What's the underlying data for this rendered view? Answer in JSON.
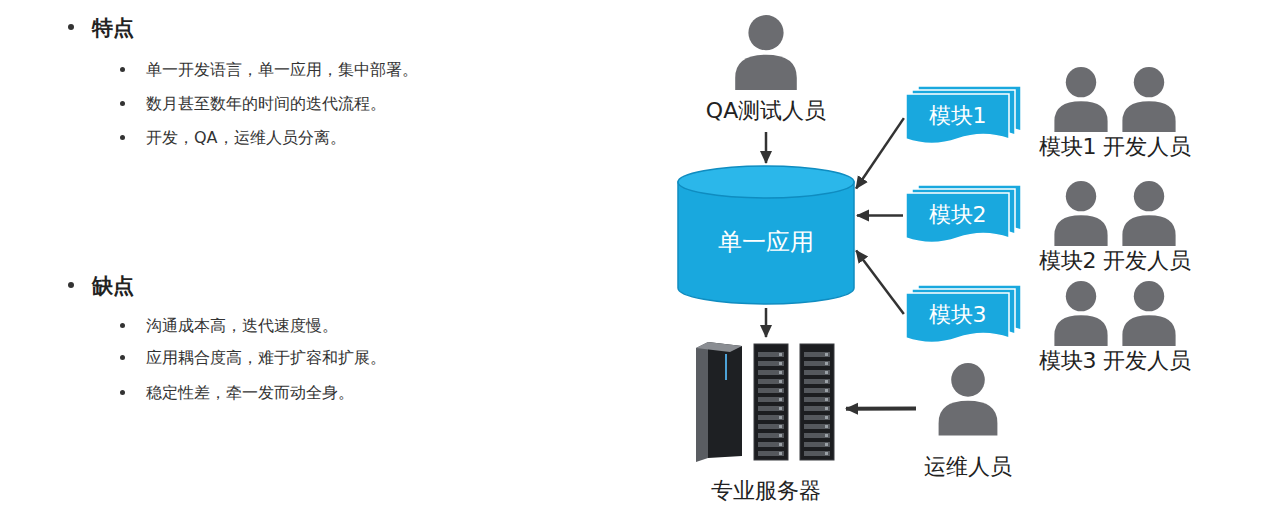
{
  "diagram": {
    "nodes": [
      {
        "text": [
          "QA测试人员"
        ]
      },
      {
        "text": [
          "模块1"
        ]
      },
      {
        "text": [
          "模块1 开发人员"
        ]
      },
      {
        "text": [
          "单一应用"
        ]
      },
      {
        "text": [
          "模块2"
        ]
      },
      {
        "text": [
          "模块2 开发人员"
        ]
      },
      {
        "text": [
          "模块3"
        ]
      },
      {
        "text": [
          "模块3 开发人员"
        ]
      },
      {
        "text": [
          "专业服务器"
        ]
      },
      {
        "text": [
          "运维人员"
        ]
      }
    ],
    "edges": [
      {
        "from": 0,
        "to": 3,
        "arrow": "to"
      },
      {
        "from": 1,
        "to": 3,
        "arrow": "to"
      },
      {
        "from": 4,
        "to": 3,
        "arrow": "to"
      },
      {
        "from": 6,
        "to": 3,
        "arrow": "to"
      },
      {
        "from": 3,
        "to": 8,
        "arrow": "to"
      },
      {
        "from": 9,
        "to": 8,
        "arrow": "to"
      }
    ],
    "labels": [
      "特点",
      "单一开发语言，单一应用，集中部署。",
      "数月甚至数年的时间的迭代流程。",
      "开发，QA，运维人员分离。",
      "缺点",
      "沟通成本高，迭代速度慢。",
      "应用耦合度高，难于扩容和扩展。",
      "稳定性差，牵一发而动全身。"
    ]
  }
}
